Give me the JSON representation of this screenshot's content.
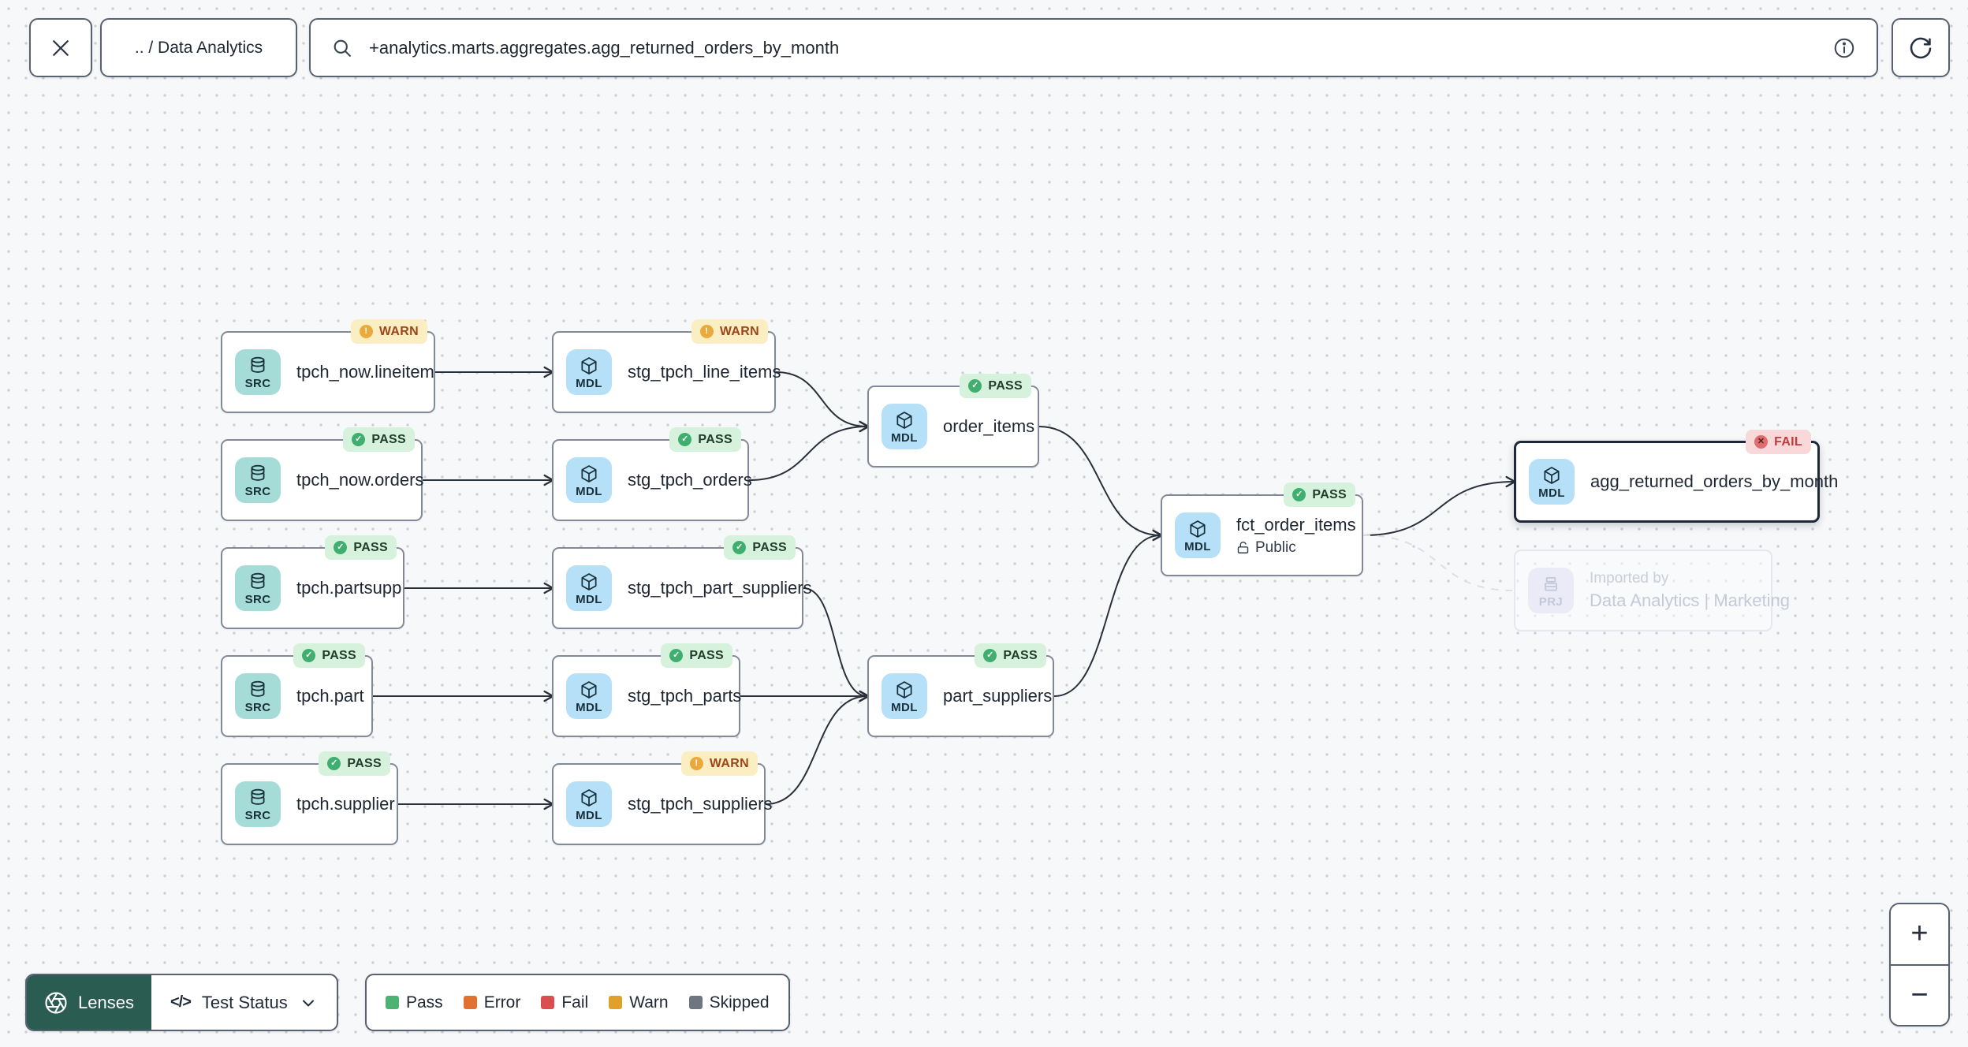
{
  "toolbar": {
    "close_icon": "close-icon",
    "breadcrumb": ".. / Data Analytics",
    "search": {
      "icon": "search-icon",
      "value": "+analytics.marts.aggregates.agg_returned_orders_by_month"
    },
    "info_icon": "info-icon",
    "refresh_icon": "refresh-icon"
  },
  "graph": {
    "nodes": [
      {
        "id": "tpch_now.lineitem",
        "label": "tpch_now.lineitem",
        "badge": "SRC",
        "badge_icon": "database-icon",
        "status": "WARN"
      },
      {
        "id": "stg_tpch_line_items",
        "label": "stg_tpch_line_items",
        "badge": "MDL",
        "badge_icon": "cube-icon",
        "status": "WARN"
      },
      {
        "id": "tpch_now.orders",
        "label": "tpch_now.orders",
        "badge": "SRC",
        "badge_icon": "database-icon",
        "status": "PASS"
      },
      {
        "id": "stg_tpch_orders",
        "label": "stg_tpch_orders",
        "badge": "MDL",
        "badge_icon": "cube-icon",
        "status": "PASS"
      },
      {
        "id": "tpch.partsupp",
        "label": "tpch.partsupp",
        "badge": "SRC",
        "badge_icon": "database-icon",
        "status": "PASS"
      },
      {
        "id": "stg_tpch_part_suppliers",
        "label": "stg_tpch_part_suppliers",
        "badge": "MDL",
        "badge_icon": "cube-icon",
        "status": "PASS"
      },
      {
        "id": "tpch.part",
        "label": "tpch.part",
        "badge": "SRC",
        "badge_icon": "database-icon",
        "status": "PASS"
      },
      {
        "id": "stg_tpch_parts",
        "label": "stg_tpch_parts",
        "badge": "MDL",
        "badge_icon": "cube-icon",
        "status": "PASS"
      },
      {
        "id": "tpch.supplier",
        "label": "tpch.supplier",
        "badge": "SRC",
        "badge_icon": "database-icon",
        "status": "PASS"
      },
      {
        "id": "stg_tpch_suppliers",
        "label": "stg_tpch_suppliers",
        "badge": "MDL",
        "badge_icon": "cube-icon",
        "status": "WARN"
      },
      {
        "id": "order_items",
        "label": "order_items",
        "badge": "MDL",
        "badge_icon": "cube-icon",
        "status": "PASS"
      },
      {
        "id": "part_suppliers",
        "label": "part_suppliers",
        "badge": "MDL",
        "badge_icon": "cube-icon",
        "status": "PASS"
      },
      {
        "id": "fct_order_items",
        "label": "fct_order_items",
        "badge": "MDL",
        "badge_icon": "cube-icon",
        "status": "PASS",
        "access": "Public",
        "access_icon": "unlock-icon"
      },
      {
        "id": "agg_returned_orders_by_month",
        "label": "agg_returned_orders_by_month",
        "badge": "MDL",
        "badge_icon": "cube-icon",
        "status": "FAIL",
        "selected": true
      }
    ],
    "ghost_node": {
      "id": "__ghost__",
      "badge": "PRJ",
      "badge_icon": "project-icon",
      "title": "Imported by",
      "subtitle": "Data Analytics | Marketing"
    },
    "edges": [
      {
        "from": "tpch_now.lineitem",
        "to": "stg_tpch_line_items",
        "style": "solid"
      },
      {
        "from": "tpch_now.orders",
        "to": "stg_tpch_orders",
        "style": "solid"
      },
      {
        "from": "tpch.partsupp",
        "to": "stg_tpch_part_suppliers",
        "style": "solid"
      },
      {
        "from": "tpch.part",
        "to": "stg_tpch_parts",
        "style": "solid"
      },
      {
        "from": "tpch.supplier",
        "to": "stg_tpch_suppliers",
        "style": "solid"
      },
      {
        "from": "stg_tpch_line_items",
        "to": "order_items",
        "style": "solid"
      },
      {
        "from": "stg_tpch_orders",
        "to": "order_items",
        "style": "solid"
      },
      {
        "from": "stg_tpch_part_suppliers",
        "to": "part_suppliers",
        "style": "solid"
      },
      {
        "from": "stg_tpch_parts",
        "to": "part_suppliers",
        "style": "solid"
      },
      {
        "from": "stg_tpch_suppliers",
        "to": "part_suppliers",
        "style": "solid"
      },
      {
        "from": "order_items",
        "to": "fct_order_items",
        "style": "solid"
      },
      {
        "from": "part_suppliers",
        "to": "fct_order_items",
        "style": "solid"
      },
      {
        "from": "fct_order_items",
        "to": "agg_returned_orders_by_month",
        "style": "solid"
      },
      {
        "from": "fct_order_items",
        "to": "__ghost__",
        "style": "dashed"
      }
    ],
    "statuses": {
      "PASS": {
        "bg": "#D7F2DC",
        "fg": "#1E3D2B",
        "dot": "#3FAE6E",
        "glyph": "✓",
        "glyph_color": "#FFFFFF"
      },
      "WARN": {
        "bg": "#FBEEC2",
        "fg": "#9C4519",
        "dot": "#E9A93C",
        "glyph": "!",
        "glyph_color": "#FFFFFF"
      },
      "FAIL": {
        "bg": "#F8D8D8",
        "fg": "#C43A3A",
        "dot": "#DE6E6E",
        "glyph": "✕",
        "glyph_color": "#55201F"
      }
    },
    "badge_colors": {
      "SRC": "#A6DCD7",
      "MDL": "#B6E0F8",
      "PRJ": "#EAEBF7"
    },
    "edge_color": "#2A303A",
    "ghost_edge_color": "#DCDFE6"
  },
  "controls": {
    "lenses": {
      "label": "Lenses",
      "icon": "aperture-icon"
    },
    "lens_selector": {
      "icon": "code-icon",
      "code_glyph": "</>",
      "label": "Test Status",
      "chevron": "chevron-down-icon"
    },
    "legend": [
      {
        "label": "Pass",
        "color": "#4DB274"
      },
      {
        "label": "Error",
        "color": "#E2702F"
      },
      {
        "label": "Fail",
        "color": "#D94F4F"
      },
      {
        "label": "Warn",
        "color": "#DFA129"
      },
      {
        "label": "Skipped",
        "color": "#6F7680"
      }
    ],
    "zoom_in": "+",
    "zoom_out": "−"
  }
}
